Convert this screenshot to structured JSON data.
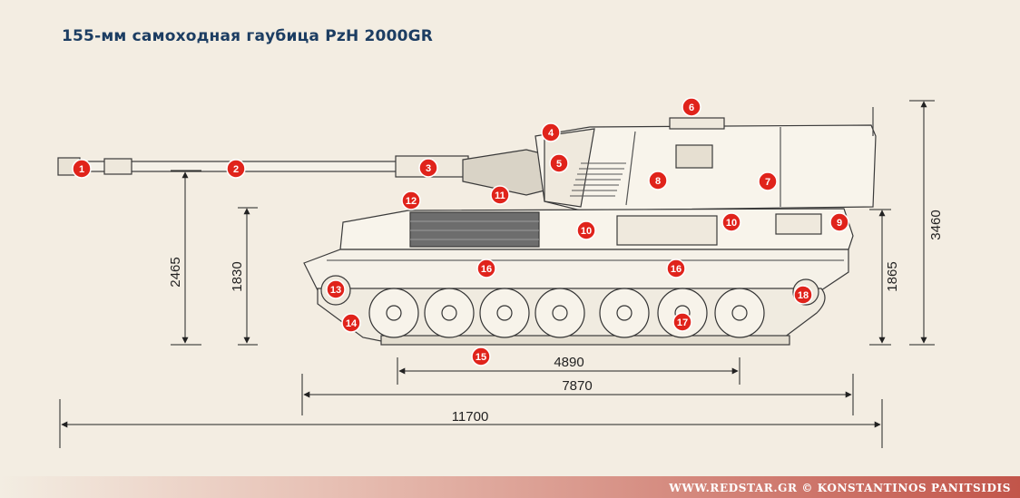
{
  "title": "155-мм самоходная гаубица PzH 2000GR",
  "credit": "WWW.REDSTAR.GR © KONSTANTINOS PANITSIDIS",
  "colors": {
    "background": "#f3ede2",
    "title": "#1c3d62",
    "marker": "#e0231b",
    "footer": "#c2554a"
  },
  "dimensions": {
    "barrel_height": "2465",
    "hull_height": "1830",
    "track_height": "1865",
    "total_height": "3460",
    "wheelbase": "4890",
    "hull_length": "7870",
    "total_length": "11700"
  },
  "markers": [
    "1",
    "2",
    "3",
    "4",
    "5",
    "6",
    "7",
    "8",
    "9",
    "10",
    "10",
    "11",
    "12",
    "13",
    "14",
    "15",
    "16",
    "16",
    "17",
    "18"
  ]
}
